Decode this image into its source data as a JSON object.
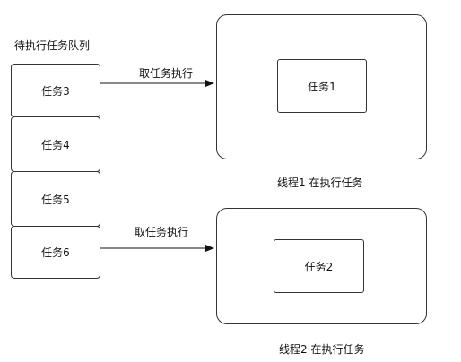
{
  "queue": {
    "title": "待执行任务队列",
    "items": [
      "任务3",
      "任务4",
      "任务5",
      "任务6"
    ]
  },
  "arrows": [
    {
      "label": "取任务执行"
    },
    {
      "label": "取任务执行"
    }
  ],
  "threads": [
    {
      "task": "任务1",
      "caption": "线程1 在执行任务"
    },
    {
      "task": "任务2",
      "caption": "线程2 在执行任务"
    }
  ],
  "colors": {
    "stroke": "#333333",
    "background": "#ffffff",
    "text": "#111111"
  }
}
